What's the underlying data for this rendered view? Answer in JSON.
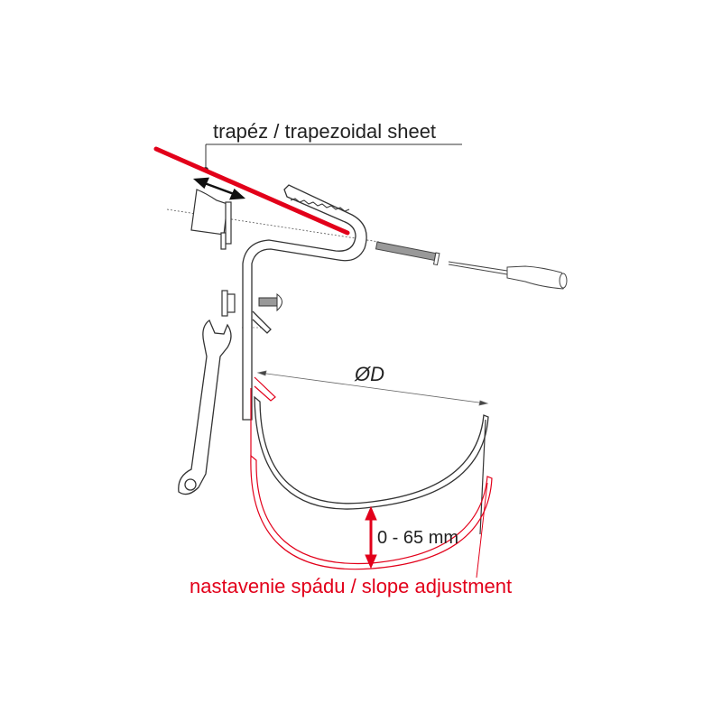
{
  "labels": {
    "sheet": "trapéz / trapezoidal sheet",
    "diameter": "ØD",
    "range": "0 - 65 mm",
    "slope": "nastavenie spádu / slope adjustment"
  },
  "colors": {
    "accent_red": "#e2001a",
    "line": "#333333"
  }
}
